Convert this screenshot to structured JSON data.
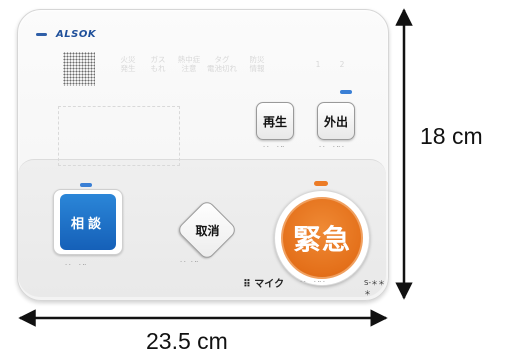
{
  "device": {
    "brand": "ALSOK",
    "indicators": [
      {
        "label": "火災\n発生"
      },
      {
        "label": "ガス\nもれ"
      },
      {
        "label": "熱中症\n注意"
      },
      {
        "label": "タグ\n電池切れ"
      },
      {
        "label": "防災\n情報"
      },
      {
        "label": "1"
      },
      {
        "label": "2"
      }
    ],
    "buttons": {
      "replay": "再生",
      "away": "外出",
      "consult": "相談",
      "cancel": "取消",
      "emergency": "緊急"
    },
    "mic_label": "マイク",
    "mic_icon": "mic-dots-icon",
    "model_label": "S-＊＊＊"
  },
  "dimensions": {
    "width": "23.5 cm",
    "height": "18 cm"
  },
  "colors": {
    "brand_blue": "#1e4f9a",
    "consult_blue": "#1560b8",
    "emergency_orange": "#e4701a",
    "indicator_blue": "#3a7fd5",
    "indicator_orange": "#ec7c26"
  }
}
